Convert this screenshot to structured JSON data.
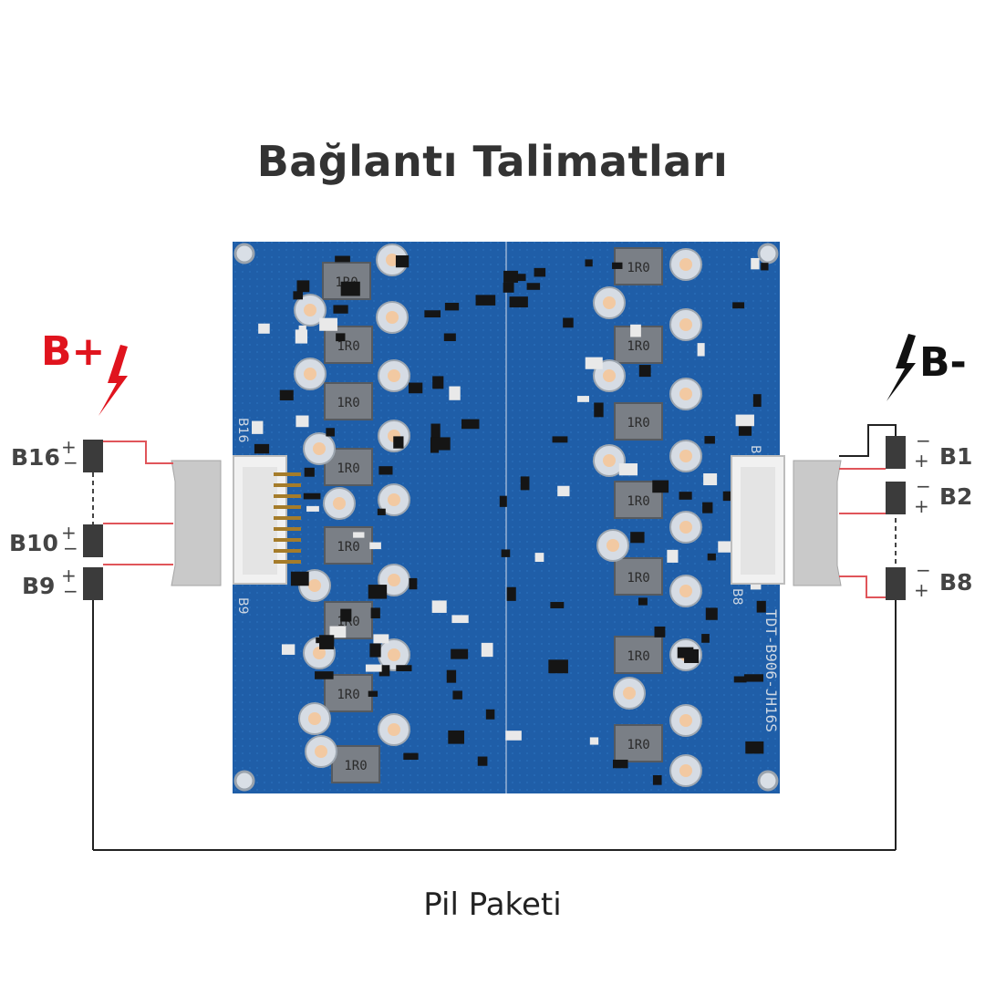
{
  "title": "Bağlantı Talimatları",
  "footer": "Pil Paketi",
  "terminals": {
    "positive": "B+",
    "negative": "B-"
  },
  "left_cells": [
    "B16",
    "B10",
    "B9"
  ],
  "right_cells": [
    "B1",
    "B2",
    "B8"
  ],
  "board": {
    "inductor_marking": "1R0",
    "left_silk": "B16",
    "left_silk_bottom": "B9",
    "right_silk_top": "B1",
    "right_silk_bottom": "B8",
    "model": "TDT-B906-JH16S"
  },
  "colors": {
    "accent_red": "#e0141e",
    "pcb_blue": "#1f5ea8",
    "wire_dark": "#222222"
  }
}
